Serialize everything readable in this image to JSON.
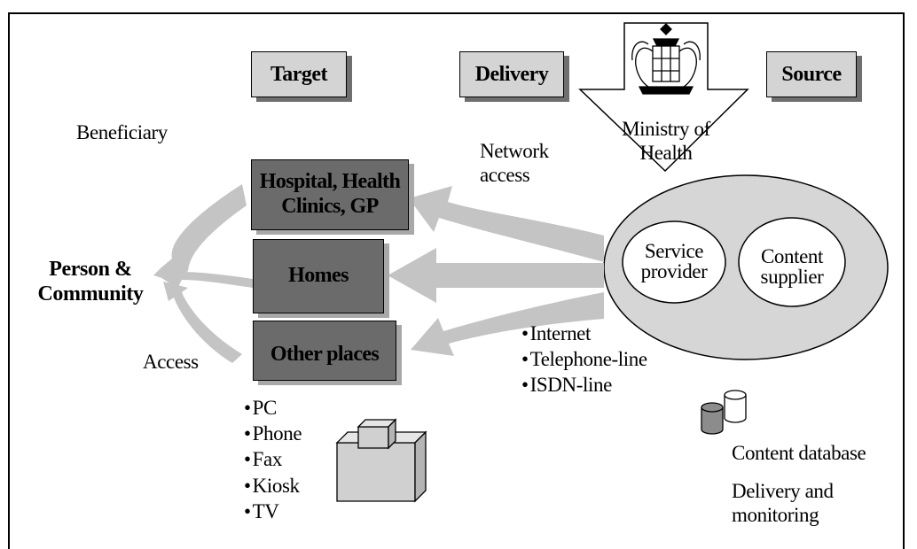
{
  "headers": {
    "target": "Target",
    "delivery": "Delivery",
    "source": "Source"
  },
  "labels": {
    "beneficiary": "Beneficiary",
    "network_access": [
      "Network",
      "access"
    ],
    "ministry": [
      "Ministry of",
      "Health"
    ],
    "person_community": [
      "Person &",
      "Community"
    ],
    "access": "Access",
    "content_database": "Content database",
    "delivery_monitoring": [
      "Delivery and",
      "monitoring"
    ]
  },
  "places": {
    "hospital": [
      "Hospital, Health",
      "Clinics, GP"
    ],
    "homes": "Homes",
    "other": "Other  places"
  },
  "source_ellipse": {
    "service_provider": [
      "Service",
      "provider"
    ],
    "content_supplier": [
      "Content",
      "supplier"
    ]
  },
  "network_list": [
    "Internet",
    "Telephone-line",
    "ISDN-line"
  ],
  "device_list": [
    "PC",
    "Phone",
    "Fax",
    "Kiosk",
    "TV"
  ],
  "icons": [
    "ministry-crest-icon",
    "computer-boxes-icon",
    "database-cylinders-icon"
  ],
  "colors": {
    "header_box": "#d4d4d4",
    "place_box": "#6b6b6b",
    "arrow": "#c4c4c4",
    "ellipse": "#d6d6d6"
  }
}
